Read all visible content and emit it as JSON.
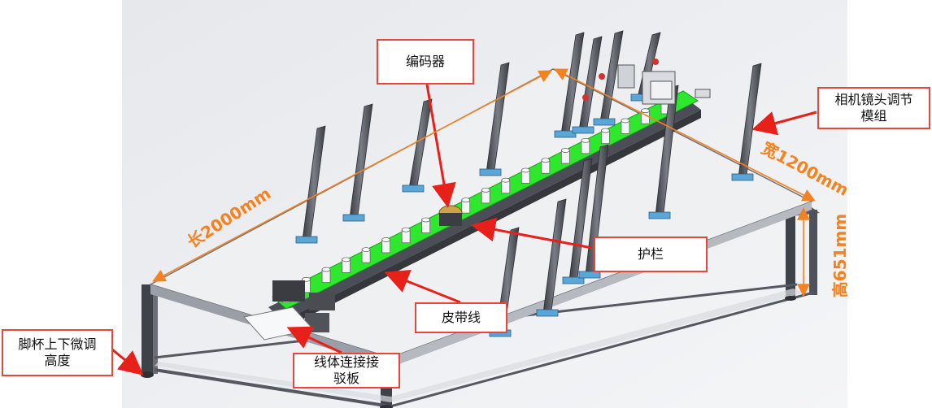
{
  "colors": {
    "callout_border": "#e8463a",
    "arrow": "#e8201a",
    "dimension": "#f58220",
    "belt": "#2ee82e",
    "frame": "#4a4d55",
    "table_top": "#eef0f2"
  },
  "callouts": {
    "encoder": "编码器",
    "camera_module": "相机镜头调节\n模组",
    "guardrail": "护栏",
    "belt_line": "皮带线",
    "connect_plate": "线体连接接\n驳板",
    "foot_cup": "脚杯上下微调\n高度"
  },
  "dimensions": {
    "length": "长2000mm",
    "width": "宽1200mm",
    "height": "高651mm"
  }
}
